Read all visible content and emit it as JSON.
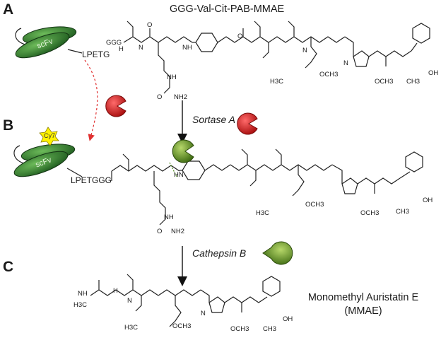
{
  "panels": {
    "a": "A",
    "b": "B",
    "c": "C"
  },
  "conjugate_title": "GGG-Val-Cit-PAB-MMAE",
  "antibody": {
    "domain_label": "scFv",
    "dye_label": "Cy7",
    "tag_a": "LPETG",
    "tag_b": "LPETGGG"
  },
  "enzymes": {
    "sortase": "Sortase A",
    "cathepsin": "Cathepsin B"
  },
  "product": {
    "name": "Monomethyl Auristatin E",
    "abbrev": "(MMAE)"
  },
  "chem_labels": {
    "ggg": "GGG",
    "h": "H",
    "n": "N",
    "o": "O",
    "nh": "NH",
    "hn": "HN",
    "nh2": "NH2",
    "och3": "OCH3",
    "h3c": "H3C",
    "ch3": "CH3",
    "oh": "OH"
  },
  "colors": {
    "scfv_green": "#2e7d32",
    "cy7_yellow": "#fff200",
    "sortase_red": "#d92020",
    "cathepsin_green": "#6a9a2a",
    "arrow_red": "#e03030"
  }
}
